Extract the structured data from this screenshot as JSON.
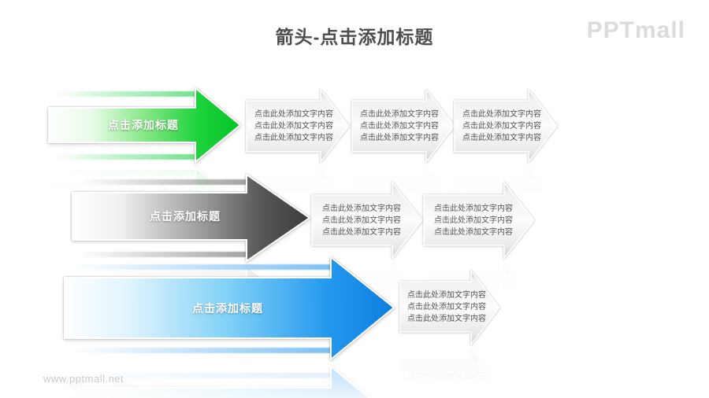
{
  "header": {
    "title": "箭头-点击添加标题",
    "logo": "PPTmall"
  },
  "footer": {
    "site": "www.pptmall.net"
  },
  "colors": {
    "green_arrow": "#0bc832",
    "dark_arrow": "#3c3c3c",
    "blue_arrow": "#0d7fe0",
    "gray_arrow": "#e9e9e9",
    "title_text": "#4d4d4d",
    "watermark_text": "#c9c9c9",
    "placeholder_text": "#545454"
  },
  "rows": [
    {
      "lead": "点击添加标题",
      "items": [
        {
          "lines": [
            "点击此处添加文字内容",
            "点击此处添加文字内容",
            "点击此处添加文字内容"
          ]
        },
        {
          "lines": [
            "点击此处添加文字内容",
            "点击此处添加文字内容",
            "点击此处添加文字内容"
          ]
        },
        {
          "lines": [
            "点击此处添加文字内容",
            "点击此处添加文字内容",
            "点击此处添加文字内容"
          ]
        }
      ]
    },
    {
      "lead": "点击添加标题",
      "items": [
        {
          "lines": [
            "点击此处添加文字内容",
            "点击此处添加文字内容",
            "点击此处添加文字内容"
          ]
        },
        {
          "lines": [
            "点击此处添加文字内容",
            "点击此处添加文字内容",
            "点击此处添加文字内容"
          ]
        }
      ]
    },
    {
      "lead": "点击添加标题",
      "items": [
        {
          "lines": [
            "点击此处添加文字内容",
            "点击此处添加文字内容",
            "点击此处添加文字内容"
          ]
        }
      ]
    }
  ]
}
